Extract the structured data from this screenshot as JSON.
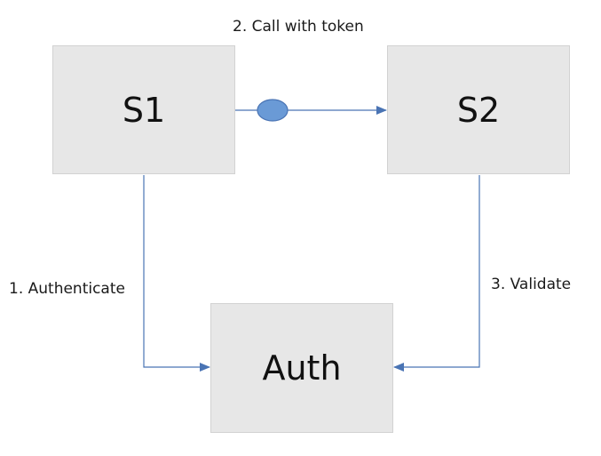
{
  "diagram": {
    "nodes": {
      "s1": "S1",
      "s2": "S2",
      "auth": "Auth"
    },
    "edges": {
      "call": "2. Call with token",
      "authenticate": "1. Authenticate",
      "validate": "3. Validate"
    },
    "colors": {
      "box_fill": "#e7e7e7",
      "box_border": "#d2d2d2",
      "line": "#4a74b4",
      "token_fill": "#6a9ad6"
    },
    "icons": {
      "token": "token-circle-icon"
    }
  }
}
